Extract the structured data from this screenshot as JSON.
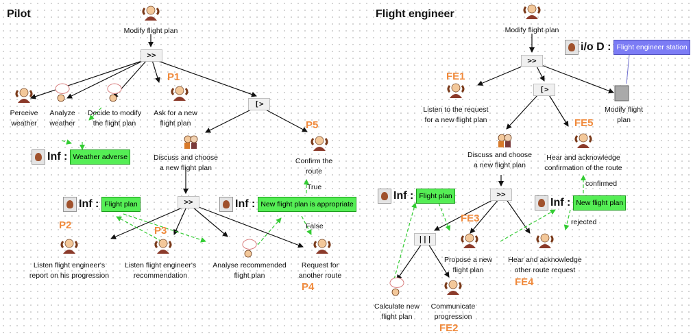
{
  "sections": {
    "pilot": "Pilot",
    "flight_engineer": "Flight engineer"
  },
  "operators": {
    "enable": ">>",
    "disable": "[>",
    "concurrent": "|||"
  },
  "pilot": {
    "root": "Modify flight plan",
    "tasks": {
      "perceive": [
        "Perceive",
        "weather"
      ],
      "analyze": [
        "Analyze",
        "weather"
      ],
      "decide": [
        "Decide to modify",
        "the flight plan"
      ],
      "ask": [
        "Ask for a new",
        "flight plan"
      ],
      "discuss": [
        "Discuss and choose",
        "a new flight plan"
      ],
      "confirm": [
        "Confirm the",
        "route"
      ],
      "listen_report": [
        "Listen flight engineer's",
        "report on his progression"
      ],
      "listen_rec": [
        "Listen flight engineer's",
        "recommendation"
      ],
      "analyse_rec": [
        "Analyse recommended",
        "flight plan"
      ],
      "request": [
        "Request for",
        "another route"
      ]
    },
    "codes": {
      "p1": "P1",
      "p2": "P2",
      "p3": "P3",
      "p4": "P4",
      "p5": "P5"
    },
    "info": {
      "weather": {
        "key": "Inf :",
        "value": "Weather adverse"
      },
      "flight_plan": {
        "key": "Inf :",
        "value": "Flight plan"
      },
      "appropriate": {
        "key": "Inf :",
        "value": "New flight plan is appropriate"
      }
    },
    "conditions": {
      "true": "True",
      "false": "False"
    }
  },
  "engineer": {
    "root": "Modify flight plan",
    "tasks": {
      "listen_request": [
        "Listen to the request",
        "for a new flight plan"
      ],
      "modify": [
        "Modify flight",
        "plan"
      ],
      "discuss": [
        "Discuss and choose",
        "a new flight plan"
      ],
      "hear_confirm": [
        "Hear and acknowledge",
        "confirmation of the route"
      ],
      "propose": [
        "Propose a new",
        "flight plan"
      ],
      "hear_other": [
        "Hear and acknowledge",
        "other route request"
      ],
      "calculate": [
        "Calculate new",
        "flight plan"
      ],
      "communicate": [
        "Communicate",
        "progression"
      ]
    },
    "codes": {
      "fe1": "FE1",
      "fe2": "FE2",
      "fe3": "FE3",
      "fe4": "FE4",
      "fe5": "FE5"
    },
    "info": {
      "device": {
        "key": "i/o D :",
        "value": "Flight engineer station"
      },
      "flight_plan": {
        "key": "Inf :",
        "value": "Flight plan"
      },
      "new_plan": {
        "key": "Inf :",
        "value": "New flight plan"
      }
    },
    "conditions": {
      "confirmed": "confirmed",
      "rejected": "rejected"
    }
  },
  "colors": {
    "info_green": "#55ee55",
    "device_blue": "#7c7cf5",
    "code_orange": "#f08a3c",
    "flow_green": "#33cc33"
  }
}
